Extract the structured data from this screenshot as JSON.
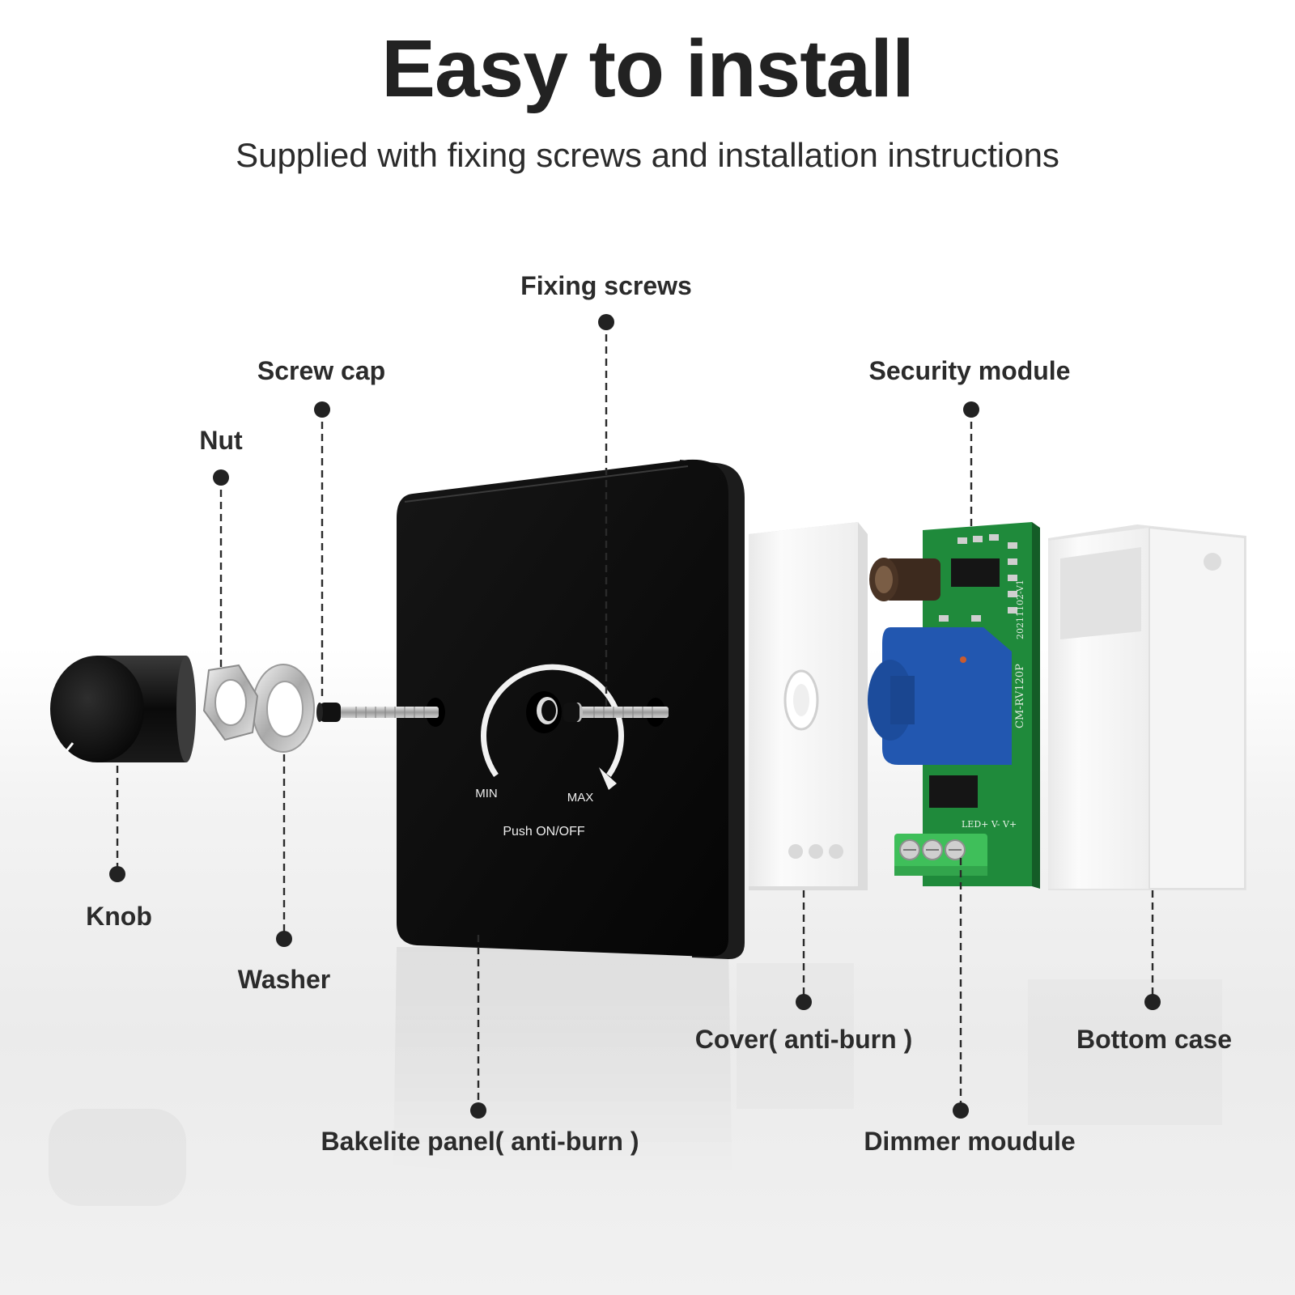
{
  "header": {
    "title": "Easy to install",
    "subtitle": "Supplied with fixing screws and installation instructions"
  },
  "labels": {
    "fixing_screws": "Fixing screws",
    "screw_cap": "Screw cap",
    "nut": "Nut",
    "security_module": "Security module",
    "knob": "Knob",
    "washer": "Washer",
    "cover": "Cover( anti-burn )",
    "bottom_case": "Bottom case",
    "bakelite_panel": "Bakelite panel( anti-burn )",
    "dimmer_module": "Dimmer moudule"
  },
  "panel": {
    "min_label": "MIN",
    "max_label": "MAX",
    "push_label": "Push ON/OFF"
  },
  "pcb": {
    "terminal_label": "LED+  V-  V+",
    "board_code": "CM-RV120P",
    "board_date": "20211102-V1"
  },
  "colors": {
    "panel": "#0d0d0d",
    "pcb_green": "#1f8a3b",
    "terminal_green": "#3fbf5a",
    "potentiometer_blue": "#2257b0",
    "case_white": "#f6f6f6"
  }
}
